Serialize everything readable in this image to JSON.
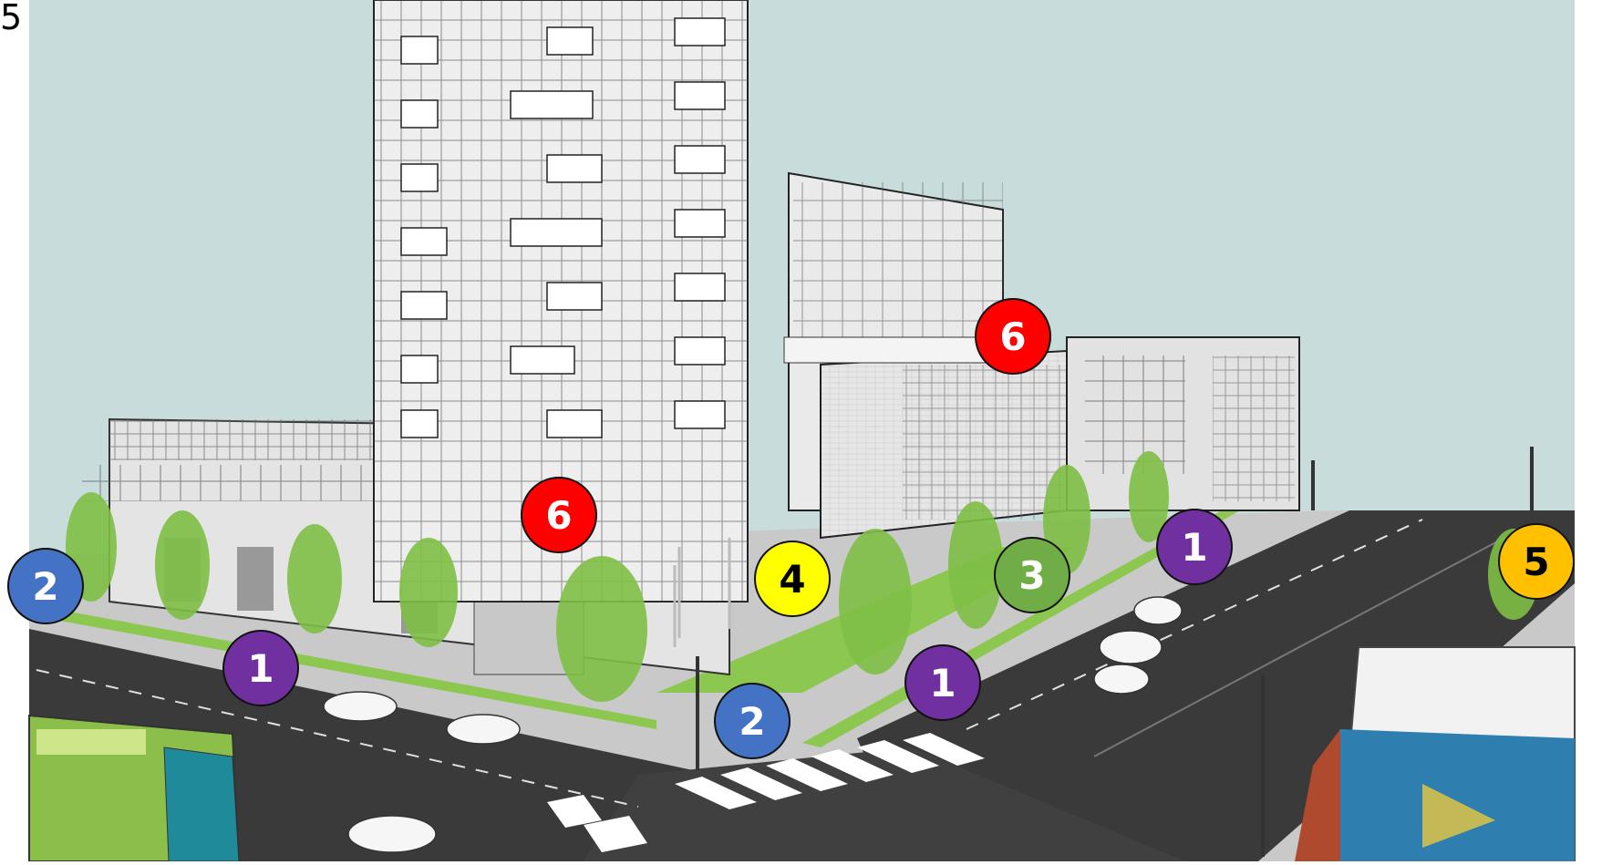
{
  "edge_digit": "5",
  "colors": {
    "purple": "#7030a0",
    "blue": "#4472c4",
    "green": "#70ad47",
    "yellow": "#ffff00",
    "orange": "#ffc000",
    "red": "#ff0000",
    "sky": "#c8dcdc",
    "road": "#3a3a3a",
    "grass": "#8cc850"
  },
  "markers": [
    {
      "label": "1",
      "color": "purple",
      "text_color": "#ffffff"
    },
    {
      "label": "1",
      "color": "purple",
      "text_color": "#ffffff"
    },
    {
      "label": "1",
      "color": "purple",
      "text_color": "#ffffff"
    },
    {
      "label": "2",
      "color": "blue",
      "text_color": "#ffffff"
    },
    {
      "label": "2",
      "color": "blue",
      "text_color": "#ffffff"
    },
    {
      "label": "3",
      "color": "green",
      "text_color": "#ffffff"
    },
    {
      "label": "4",
      "color": "yellow",
      "text_color": "#000000"
    },
    {
      "label": "5",
      "color": "orange",
      "text_color": "#000000"
    },
    {
      "label": "6",
      "color": "red",
      "text_color": "#ffffff"
    },
    {
      "label": "6",
      "color": "red",
      "text_color": "#ffffff"
    }
  ]
}
